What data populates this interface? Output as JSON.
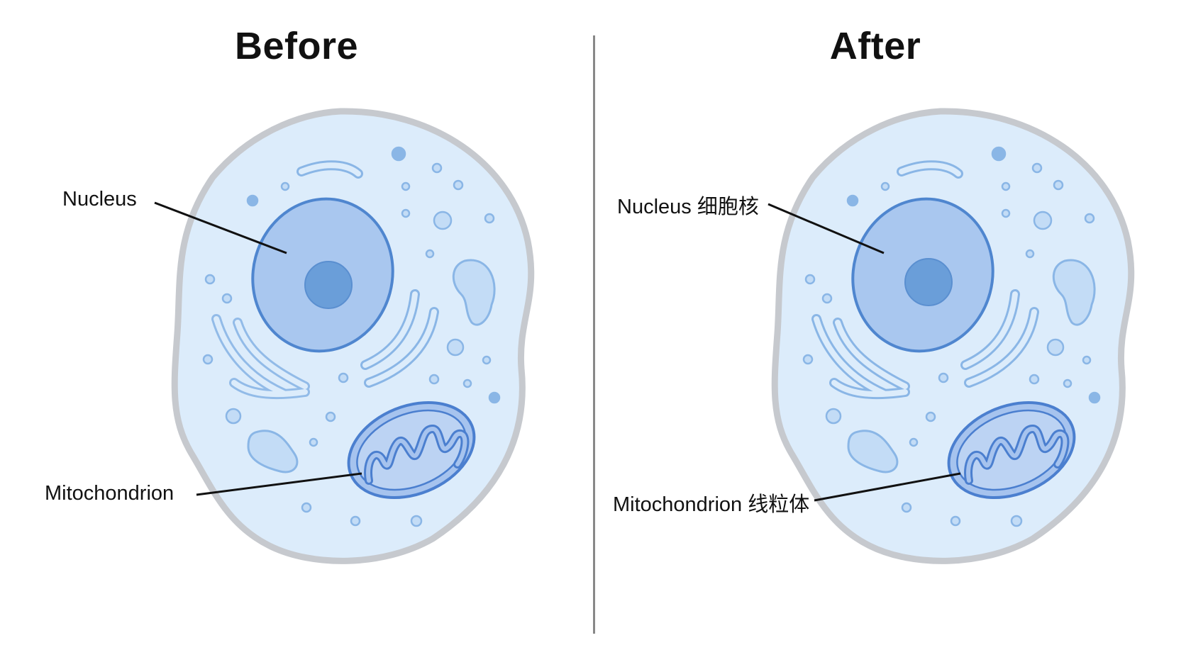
{
  "panels": [
    {
      "title": "Before",
      "labels": {
        "nucleus": "Nucleus",
        "mitochondrion": "Mitochondrion"
      }
    },
    {
      "title": "After",
      "labels": {
        "nucleus": "Nucleus 细胞核",
        "mitochondrion": "Mitochondrion 线粒体"
      }
    }
  ],
  "colors": {
    "membrane": "#c6c9ce",
    "cytoplasm": "#dcecfb",
    "nucleus_fill": "#a9c7ef",
    "nucleus_stroke": "#4f86cf",
    "nucleolus": "#6a9ed9",
    "organelle_fill": "#c3dcf6",
    "organelle_stroke": "#8ab6e6",
    "mito_fill": "#a6c3ee",
    "mito_stroke": "#4b7fcf",
    "leader_line": "#111111",
    "divider": "#888888"
  }
}
